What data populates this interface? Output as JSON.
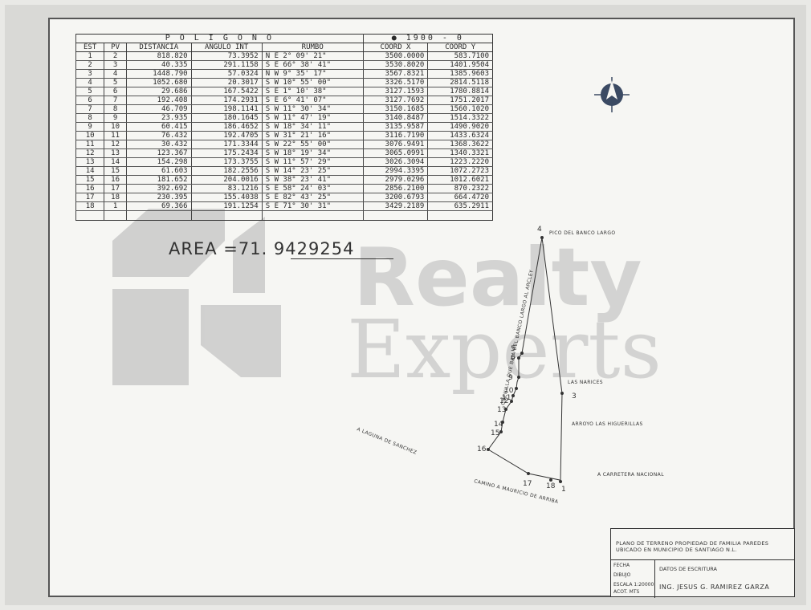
{
  "table": {
    "title": "P O L I G O N O",
    "datum": "1900 - 0",
    "headers": {
      "est": "EST",
      "pv": "PV",
      "distancia": "DISTANCIA",
      "angulo": "ANGULO INT",
      "rumbo": "RUMBO",
      "coord_x": "COORD X",
      "coord_y": "COORD Y"
    },
    "rows": [
      {
        "est": "1",
        "pv": "2",
        "dist": "818.820",
        "ang": "73.3952",
        "rumbo": "N E 2° 09' 21\"",
        "x": "3500.0000",
        "y": "583.7100"
      },
      {
        "est": "2",
        "pv": "3",
        "dist": "40.335",
        "ang": "291.1158",
        "rumbo": "S E 66° 38' 41\"",
        "x": "3530.8020",
        "y": "1401.9504"
      },
      {
        "est": "3",
        "pv": "4",
        "dist": "1448.790",
        "ang": "57.0324",
        "rumbo": "N W 9° 35' 17\"",
        "x": "3567.8321",
        "y": "1385.9603"
      },
      {
        "est": "4",
        "pv": "5",
        "dist": "1052.680",
        "ang": "20.3017",
        "rumbo": "S W 10° 55' 00\"",
        "x": "3326.5170",
        "y": "2814.5118"
      },
      {
        "est": "5",
        "pv": "6",
        "dist": "29.686",
        "ang": "167.5422",
        "rumbo": "S E 1° 10' 38\"",
        "x": "3127.1593",
        "y": "1780.8814"
      },
      {
        "est": "6",
        "pv": "7",
        "dist": "192.408",
        "ang": "174.2931",
        "rumbo": "S E 6° 41' 07\"",
        "x": "3127.7692",
        "y": "1751.2017"
      },
      {
        "est": "7",
        "pv": "8",
        "dist": "46.709",
        "ang": "198.1141",
        "rumbo": "S W 11° 30' 34\"",
        "x": "3150.1685",
        "y": "1560.1020"
      },
      {
        "est": "8",
        "pv": "9",
        "dist": "23.935",
        "ang": "180.1645",
        "rumbo": "S W 11° 47' 19\"",
        "x": "3140.8487",
        "y": "1514.3322"
      },
      {
        "est": "9",
        "pv": "10",
        "dist": "60.415",
        "ang": "186.4652",
        "rumbo": "S W 18° 34' 11\"",
        "x": "3135.9587",
        "y": "1490.9020"
      },
      {
        "est": "10",
        "pv": "11",
        "dist": "76.432",
        "ang": "192.4705",
        "rumbo": "S W 31° 21' 16\"",
        "x": "3116.7190",
        "y": "1433.6324"
      },
      {
        "est": "11",
        "pv": "12",
        "dist": "30.432",
        "ang": "171.3344",
        "rumbo": "S W 22° 55' 00\"",
        "x": "3076.9491",
        "y": "1368.3622"
      },
      {
        "est": "12",
        "pv": "13",
        "dist": "123.367",
        "ang": "175.2434",
        "rumbo": "S W 18° 19' 34\"",
        "x": "3065.0991",
        "y": "1340.3321"
      },
      {
        "est": "13",
        "pv": "14",
        "dist": "154.298",
        "ang": "173.3755",
        "rumbo": "S W 11° 57' 29\"",
        "x": "3026.3094",
        "y": "1223.2220"
      },
      {
        "est": "14",
        "pv": "15",
        "dist": "61.603",
        "ang": "182.2556",
        "rumbo": "S W 14° 23' 25\"",
        "x": "2994.3395",
        "y": "1072.2723"
      },
      {
        "est": "15",
        "pv": "16",
        "dist": "181.652",
        "ang": "204.0016",
        "rumbo": "S W 38° 23' 41\"",
        "x": "2979.0296",
        "y": "1012.6021"
      },
      {
        "est": "16",
        "pv": "17",
        "dist": "392.692",
        "ang": "83.1216",
        "rumbo": "S E 58° 24' 03\"",
        "x": "2856.2100",
        "y": "870.2322"
      },
      {
        "est": "17",
        "pv": "18",
        "dist": "230.395",
        "ang": "155.4038",
        "rumbo": "S E 82° 43' 25\"",
        "x": "3200.6793",
        "y": "664.4720"
      },
      {
        "est": "18",
        "pv": "1",
        "dist": "69.366",
        "ang": "191.1254",
        "rumbo": "S E 71° 30' 31\"",
        "x": "3429.2189",
        "y": "635.2911"
      }
    ]
  },
  "area": "AREA =71. 9429254",
  "watermark": {
    "line1": "Realty",
    "line2": "Experts"
  },
  "map": {
    "vertex_labels": [
      "1",
      "3",
      "4",
      "5",
      "6",
      "9",
      "10",
      "11",
      "12",
      "13",
      "14",
      "15",
      "16",
      "17",
      "18"
    ],
    "labels": {
      "pico": "PICO DEL BANCO LARGO",
      "cuchilla": "CUCHILLA QUE BAJA DEL BANCO LARGO AL ARCLEY",
      "narices": "LAS NARICES",
      "arroyo": "ARROYO LAS HIGUERILLAS",
      "laguna": "A LAGUNA DE SANCHEZ",
      "carretera": "A CARRETERA NACIONAL",
      "camino": "CAMINO A MAURICIO DE ARRIBA"
    }
  },
  "title_block": {
    "title_line1": "PLANO DE TERRENO PROPIEDAD DE FAMILIA PAREDES",
    "title_line2": "UBICADO EN MUNICIPIO DE SANTIAGO N.L.",
    "fecha": "FECHA",
    "dibujo": "DIBUJO",
    "escala": "ESCALA 1:20000",
    "acot": "ACOT. MTS",
    "datos": "DATOS DE ESCRITURA",
    "ing": "ING. JESUS G. RAMIREZ GARZA"
  },
  "colors": {
    "watermark": "#b8b8b8",
    "ink": "#2a2a2a",
    "north_arrow": "#3b4a63"
  }
}
